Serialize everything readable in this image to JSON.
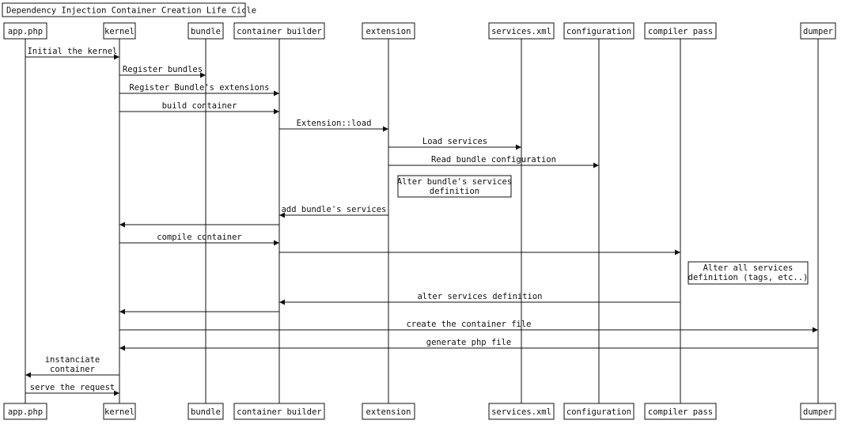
{
  "title": "Dependency Injection Container Creation Life Cicle",
  "participants": [
    {
      "id": "app",
      "label": "app.php"
    },
    {
      "id": "kernel",
      "label": "kernel"
    },
    {
      "id": "bundle",
      "label": "bundle"
    },
    {
      "id": "builder",
      "label": "container builder"
    },
    {
      "id": "extension",
      "label": "extension"
    },
    {
      "id": "services",
      "label": "services.xml"
    },
    {
      "id": "configuration",
      "label": "configuration"
    },
    {
      "id": "compiler",
      "label": "compiler pass"
    },
    {
      "id": "dumper",
      "label": "dumper"
    }
  ],
  "messages": [
    {
      "from": "app",
      "to": "kernel",
      "lines": [
        "Initial the kernel"
      ]
    },
    {
      "from": "kernel",
      "to": "bundle",
      "lines": [
        "Register bundles"
      ]
    },
    {
      "from": "kernel",
      "to": "builder",
      "lines": [
        "Register Bundle's extensions"
      ]
    },
    {
      "from": "kernel",
      "to": "builder",
      "lines": [
        "build container"
      ]
    },
    {
      "from": "builder",
      "to": "extension",
      "lines": [
        "Extension::load"
      ]
    },
    {
      "from": "extension",
      "to": "services",
      "lines": [
        "Load services"
      ]
    },
    {
      "from": "extension",
      "to": "configuration",
      "lines": [
        "Read bundle configuration"
      ]
    },
    {
      "from": "extension",
      "to": "builder",
      "lines": [
        "add bundle's services"
      ]
    },
    {
      "from": "builder",
      "to": "kernel",
      "lines": []
    },
    {
      "from": "kernel",
      "to": "builder",
      "lines": [
        "compile container"
      ]
    },
    {
      "from": "builder",
      "to": "compiler",
      "lines": []
    },
    {
      "from": "compiler",
      "to": "builder",
      "lines": [
        "alter services definition"
      ]
    },
    {
      "from": "builder",
      "to": "kernel",
      "lines": []
    },
    {
      "from": "kernel",
      "to": "dumper",
      "lines": [
        "create the container file"
      ]
    },
    {
      "from": "dumper",
      "to": "kernel",
      "lines": [
        "generate php file"
      ]
    },
    {
      "from": "kernel",
      "to": "app",
      "lines": [
        "instanciate",
        "container"
      ]
    },
    {
      "from": "app",
      "to": "kernel",
      "lines": [
        "serve the request"
      ]
    }
  ],
  "notes": [
    {
      "over": "extension",
      "lines": [
        "Alter bundle's services",
        "definition"
      ]
    },
    {
      "over": "compiler",
      "lines": [
        "Alter all services",
        "definition (tags, etc..)"
      ]
    }
  ]
}
